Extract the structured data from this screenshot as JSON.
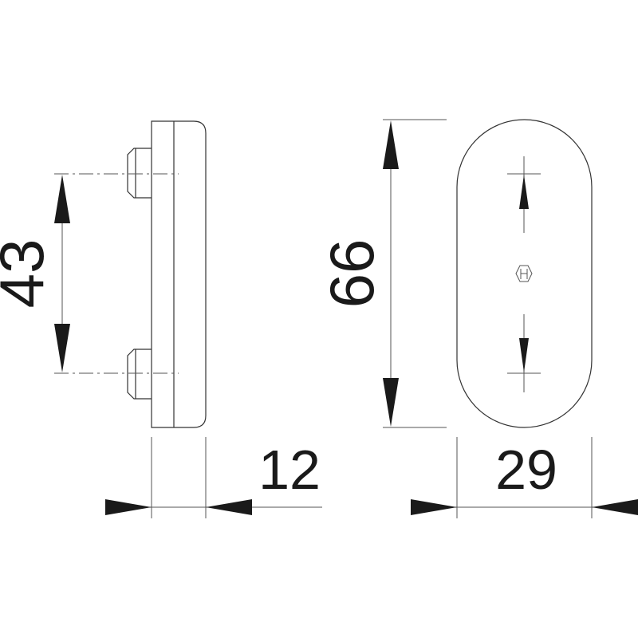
{
  "dimensions": {
    "hole_spacing": "43",
    "height": "66",
    "thickness": "12",
    "width": "29"
  },
  "colors": {
    "line": "#333333",
    "arrow": "#1a1a1a",
    "background": "#ffffff"
  },
  "icons": {
    "center_mark": "hexagon-logo-icon"
  }
}
